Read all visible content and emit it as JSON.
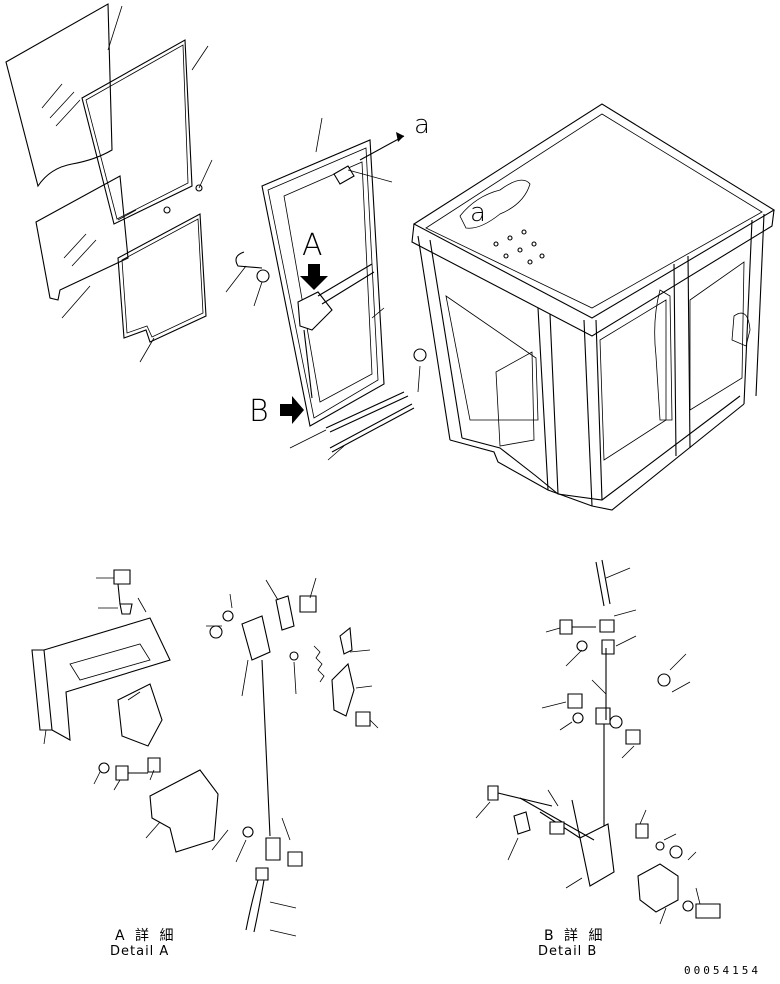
{
  "labels": {
    "view_a": "A",
    "view_b": "B",
    "ref_a_arrow": "a",
    "ref_a_roof": "a"
  },
  "captions": {
    "detail_a_jp": "A 詳 細",
    "detail_a_en": "Detail A",
    "detail_b_jp": "B 詳 細",
    "detail_b_en": "Detail B"
  },
  "drawing_number": "00054154"
}
